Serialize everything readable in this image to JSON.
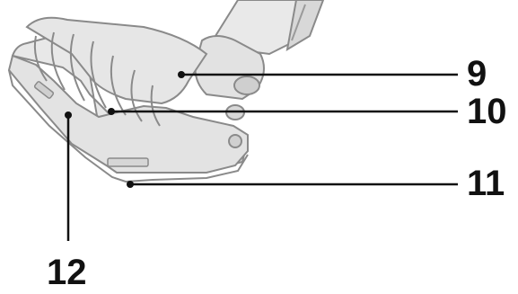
{
  "figure": {
    "subject": "vacuum-cleaner-floor-brush-head",
    "callouts": [
      {
        "id": "9",
        "label": "9"
      },
      {
        "id": "10",
        "label": "10"
      },
      {
        "id": "11",
        "label": "11"
      },
      {
        "id": "12",
        "label": "12"
      }
    ]
  },
  "colors": {
    "background": "#ffffff",
    "body_fill": "#e6e6e6",
    "body_shade": "#d2d2d2",
    "outline": "#8a8a8a",
    "leader": "#111111",
    "label": "#111111"
  }
}
